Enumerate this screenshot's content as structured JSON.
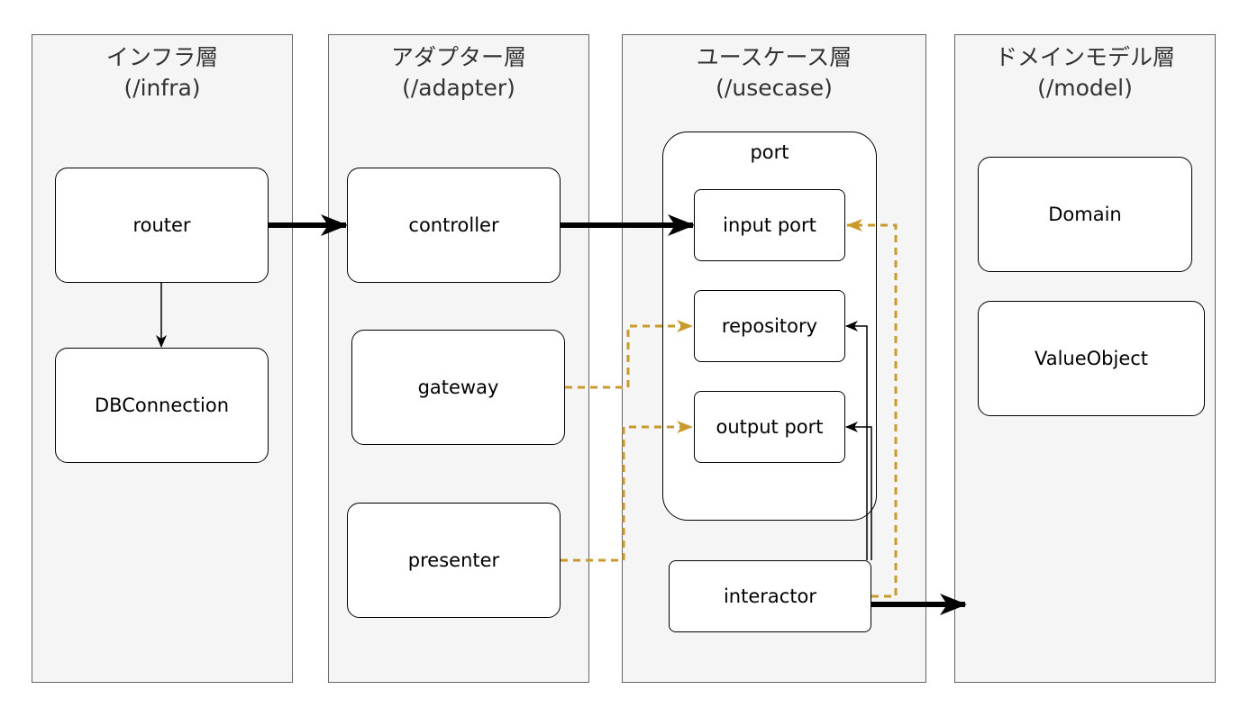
{
  "layers": {
    "infra": {
      "title": "インフラ層",
      "path": "(/infra)"
    },
    "adapter": {
      "title": "アダプター層",
      "path": "(/adapter)"
    },
    "usecase": {
      "title": "ユースケース層",
      "path": "(/usecase)"
    },
    "model": {
      "title": "ドメインモデル層",
      "path": "(/model)"
    }
  },
  "nodes": {
    "router": "router",
    "dbconnection": "DBConnection",
    "controller": "controller",
    "gateway": "gateway",
    "presenter": "presenter",
    "port_group": "port",
    "input_port": "input port",
    "repository": "repository",
    "output_port": "output port",
    "interactor": "interactor",
    "domain": "Domain",
    "value_object": "ValueObject"
  },
  "colors": {
    "dependency": "#000000",
    "implements": "#c9992e",
    "layer_fill": "#f5f5f5",
    "layer_border": "#666666"
  }
}
